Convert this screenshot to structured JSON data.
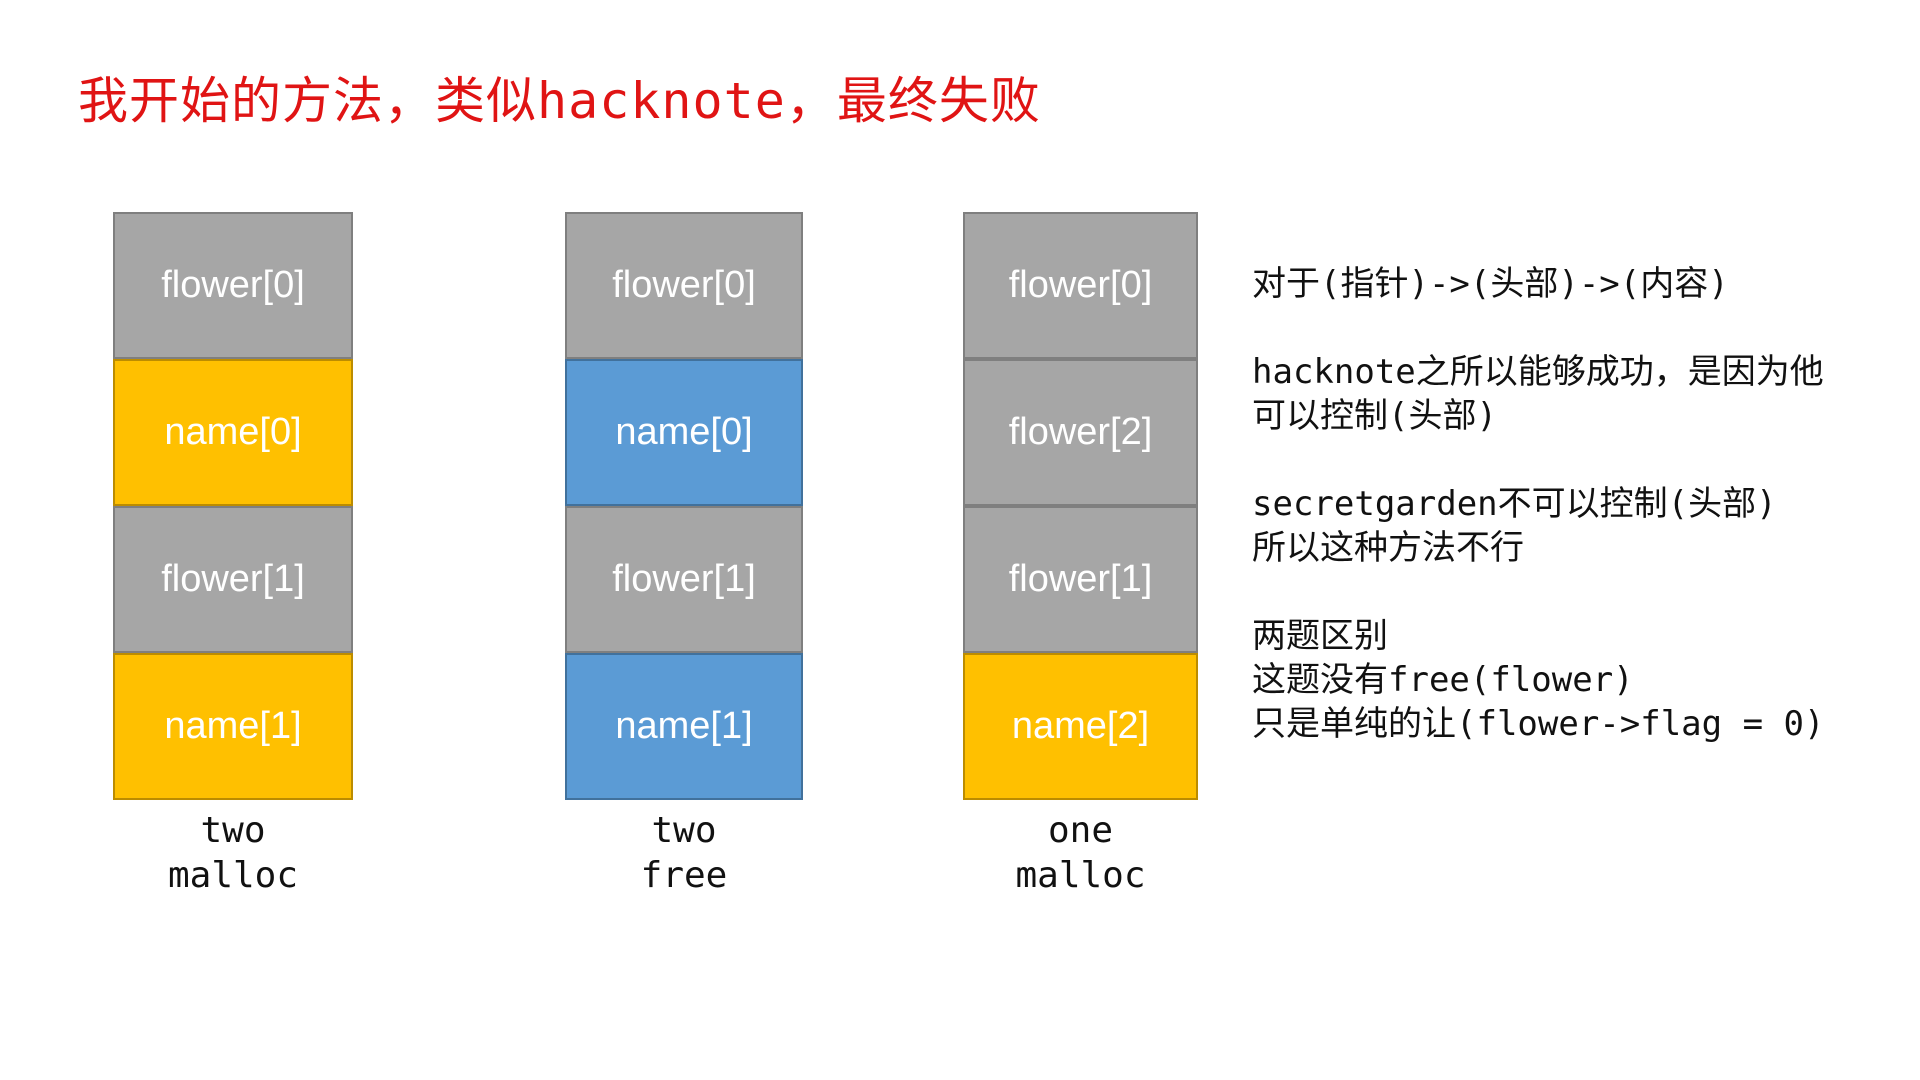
{
  "title": {
    "text": "我开始的方法，类似hacknote，最终失败"
  },
  "colors": {
    "background": "#ffffff",
    "title-red": "#e01414",
    "gray-fill": "#a6a6a6",
    "gray-border": "#7f7f7f",
    "yellow-fill": "#ffc000",
    "yellow-border": "#bc8c00",
    "blue-fill": "#5b9bd5",
    "blue-border": "#41719c",
    "block-text": "#ffffff",
    "text-dark": "#111111"
  },
  "diagram": {
    "columns": [
      {
        "label_lines": [
          "two",
          "malloc"
        ],
        "blocks": [
          {
            "text": "flower[0]",
            "type": "gray"
          },
          {
            "text": "name[0]",
            "type": "yellow"
          },
          {
            "text": "flower[1]",
            "type": "gray"
          },
          {
            "text": "name[1]",
            "type": "yellow"
          }
        ]
      },
      {
        "label_lines": [
          "two",
          "free"
        ],
        "blocks": [
          {
            "text": "flower[0]",
            "type": "gray"
          },
          {
            "text": "name[0]",
            "type": "blue"
          },
          {
            "text": "flower[1]",
            "type": "gray"
          },
          {
            "text": "name[1]",
            "type": "blue"
          }
        ]
      },
      {
        "label_lines": [
          "one",
          "malloc"
        ],
        "blocks": [
          {
            "text": "flower[0]",
            "type": "gray"
          },
          {
            "text": "flower[2]",
            "type": "gray"
          },
          {
            "text": "flower[1]",
            "type": "gray"
          },
          {
            "text": "name[2]",
            "type": "yellow"
          }
        ]
      }
    ]
  },
  "notes": {
    "lines": [
      "对于(指针)->(头部)->(内容)",
      "",
      "hacknote之所以能够成功，是因为他",
      "可以控制(头部)",
      "",
      "secretgarden不可以控制(头部)",
      "所以这种方法不行",
      "",
      "两题区别",
      "这题没有free(flower)",
      "只是单纯的让(flower->flag = 0)"
    ]
  }
}
